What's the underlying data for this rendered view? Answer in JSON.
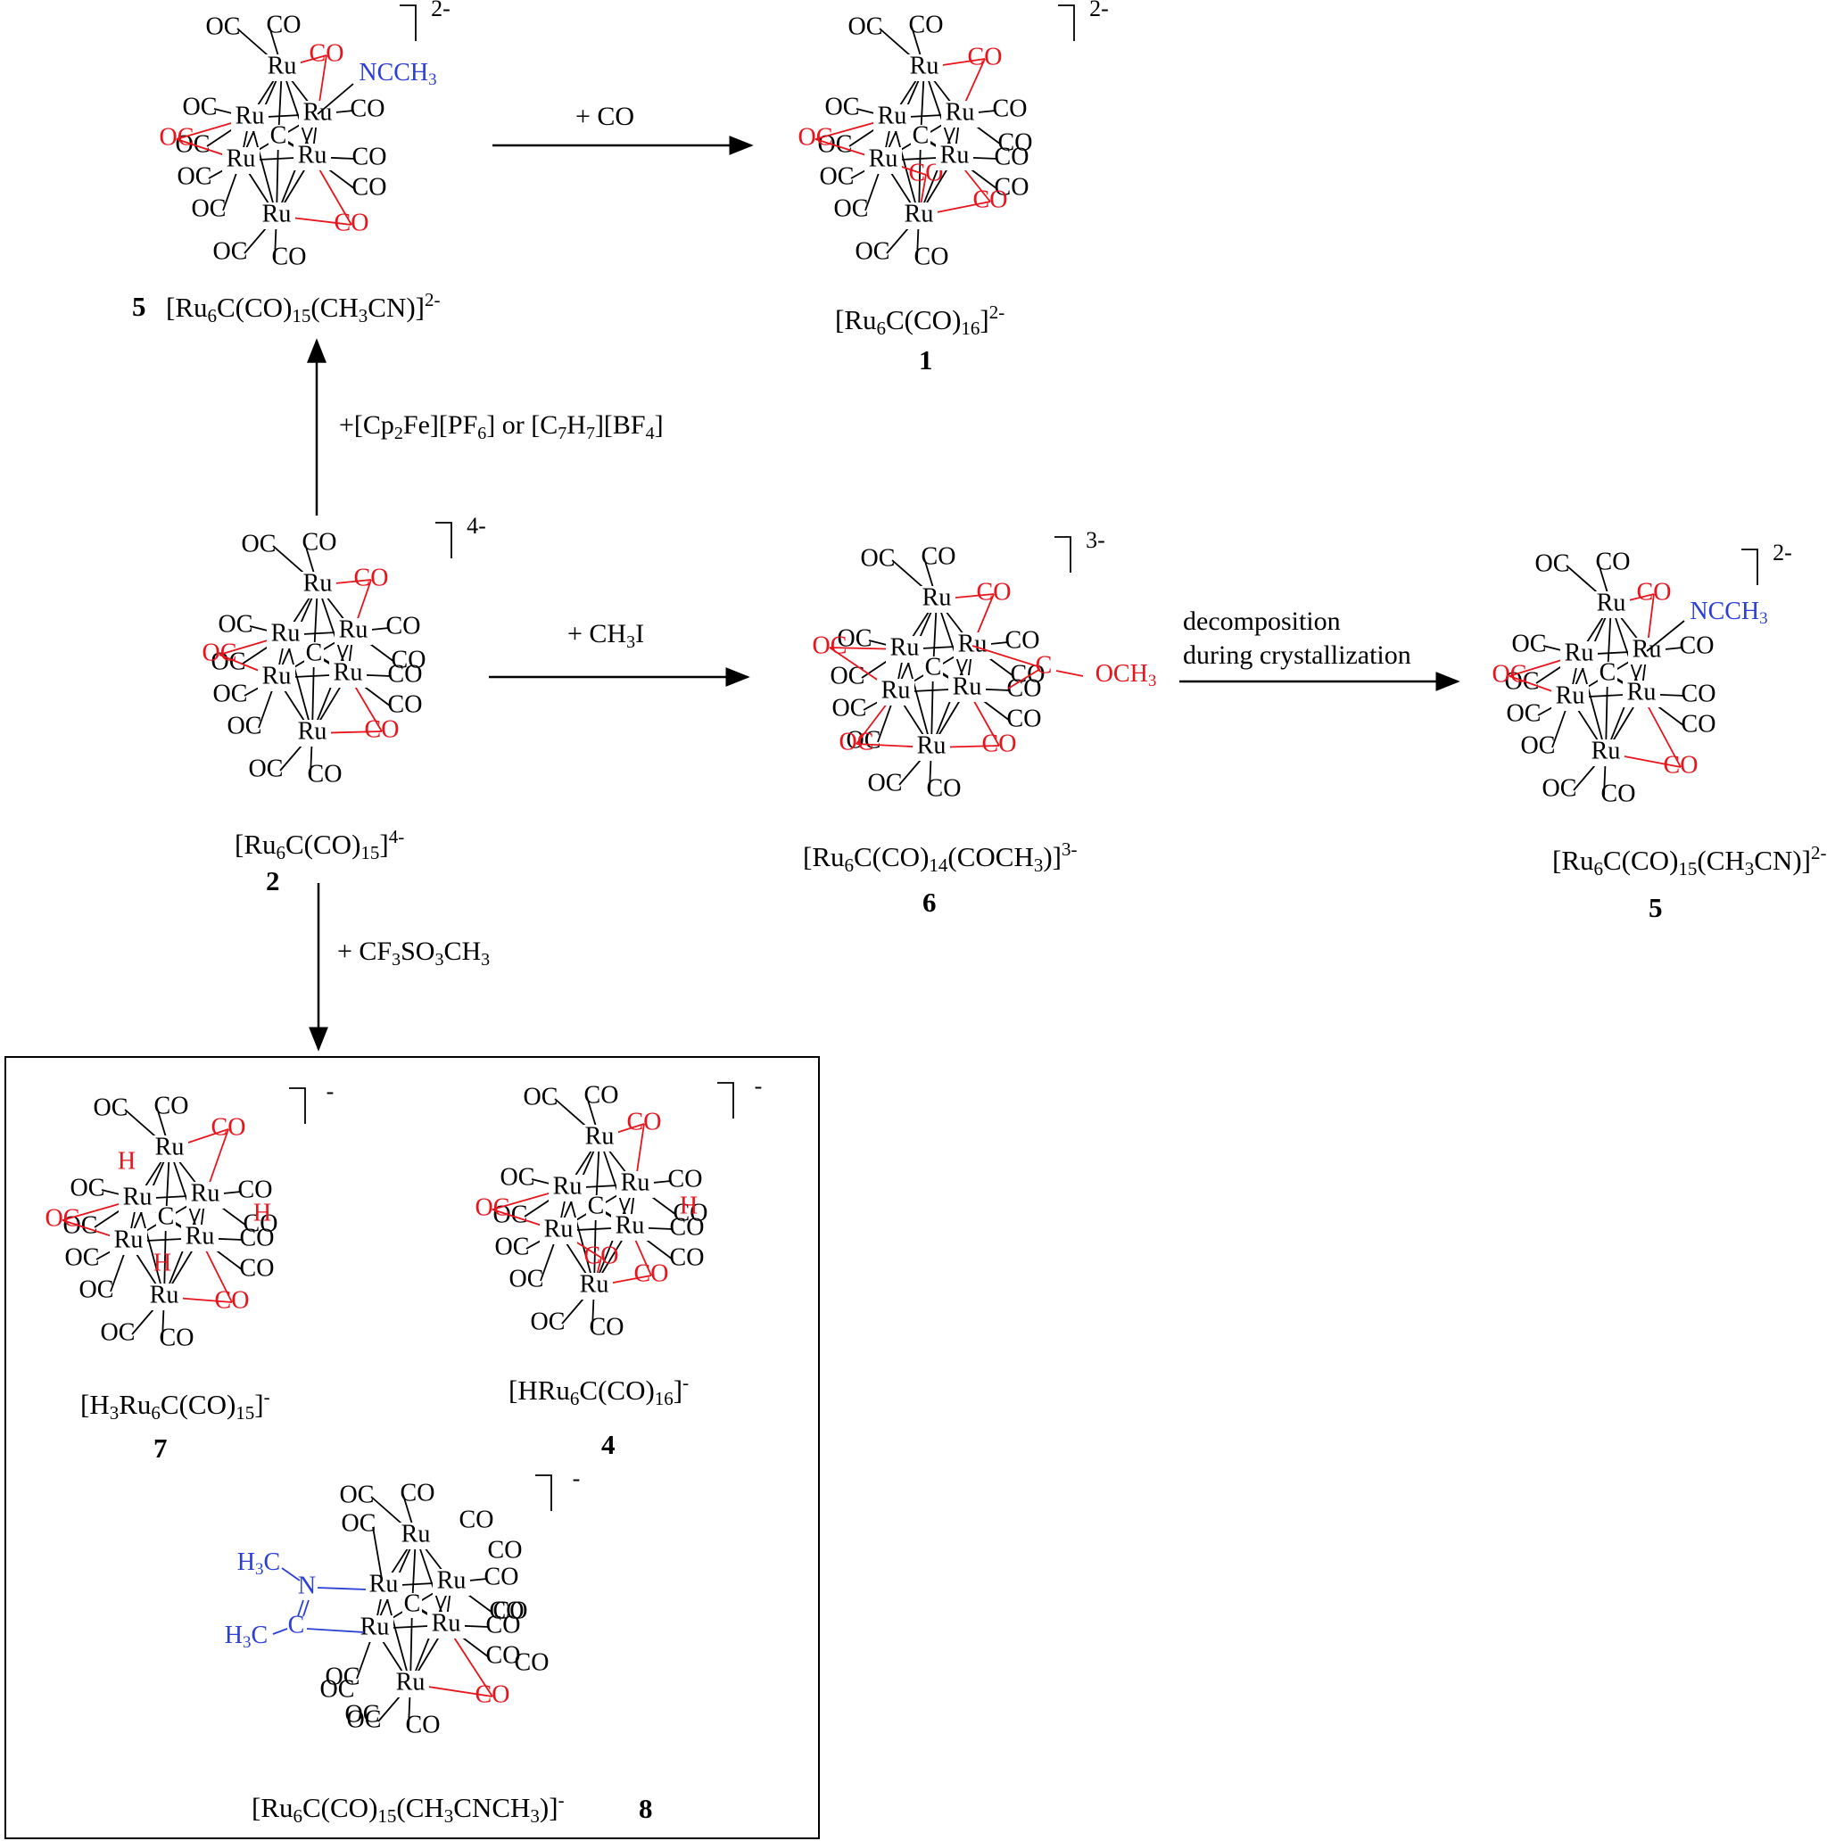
{
  "compounds": {
    "c5_top": {
      "number": "5",
      "formula": [
        "[Ru",
        "6",
        "C(CO)",
        "15",
        "(CH",
        "3",
        "CN)]",
        "2-"
      ],
      "charge": "2-"
    },
    "c1": {
      "number": "1",
      "formula": [
        "[Ru",
        "6",
        "C(CO)",
        "16",
        "]",
        "2-"
      ],
      "charge": "2-"
    },
    "c2": {
      "number": "2",
      "formula": [
        "[Ru",
        "6",
        "C(CO)",
        "15",
        "]",
        "4-"
      ],
      "charge": "4-"
    },
    "c6": {
      "number": "6",
      "formula": [
        "[Ru",
        "6",
        "C(CO)",
        "14",
        "(COCH",
        "3",
        ")]",
        "3-"
      ],
      "charge": "3-"
    },
    "c5_right": {
      "number": "5",
      "formula": [
        "[Ru",
        "6",
        "C(CO)",
        "15",
        "(CH",
        "3",
        "CN)]",
        "2-"
      ],
      "charge": "2-"
    },
    "c7": {
      "number": "7",
      "formula": [
        "[H",
        "3",
        "Ru",
        "6",
        "C(CO)",
        "15",
        "]",
        "-"
      ],
      "charge": "-"
    },
    "c4": {
      "number": "4",
      "formula": [
        "[HRu",
        "6",
        "C(CO)",
        "16",
        "]",
        "-"
      ],
      "charge": "-"
    },
    "c8": {
      "number": "8",
      "formula": [
        "[Ru",
        "6",
        "C(CO)",
        "15",
        "(CH",
        "3",
        "CNCH",
        "3",
        ")]",
        "-"
      ],
      "charge": "-"
    }
  },
  "reactions": {
    "co": [
      "+ CO"
    ],
    "oxidant": [
      "+[Cp",
      "2",
      "Fe][PF",
      "6",
      "] or [C",
      "7",
      "H",
      "7",
      "][BF",
      "4",
      "]"
    ],
    "methyl_iodide": [
      "+ CH",
      "3",
      "I"
    ],
    "decomposition": [
      "decomposition",
      "during crystallization"
    ],
    "triflate": [
      "+ CF",
      "3",
      "SO",
      "3",
      "CH",
      "3"
    ]
  },
  "atoms": {
    "ru": "Ru",
    "carbide": "C",
    "oc": "OC",
    "co": "CO",
    "hydride": "H",
    "nitrile": [
      "NCCH",
      "3"
    ],
    "methoxy": [
      "OCH",
      "3"
    ],
    "acyl_c": "C",
    "imine_n": "N",
    "imine_c": "C",
    "methyl": [
      "H",
      "3",
      "C"
    ]
  },
  "colors": {
    "bridging": "#e8141c",
    "ligand": "#2b3fd6",
    "text": "#000000"
  }
}
